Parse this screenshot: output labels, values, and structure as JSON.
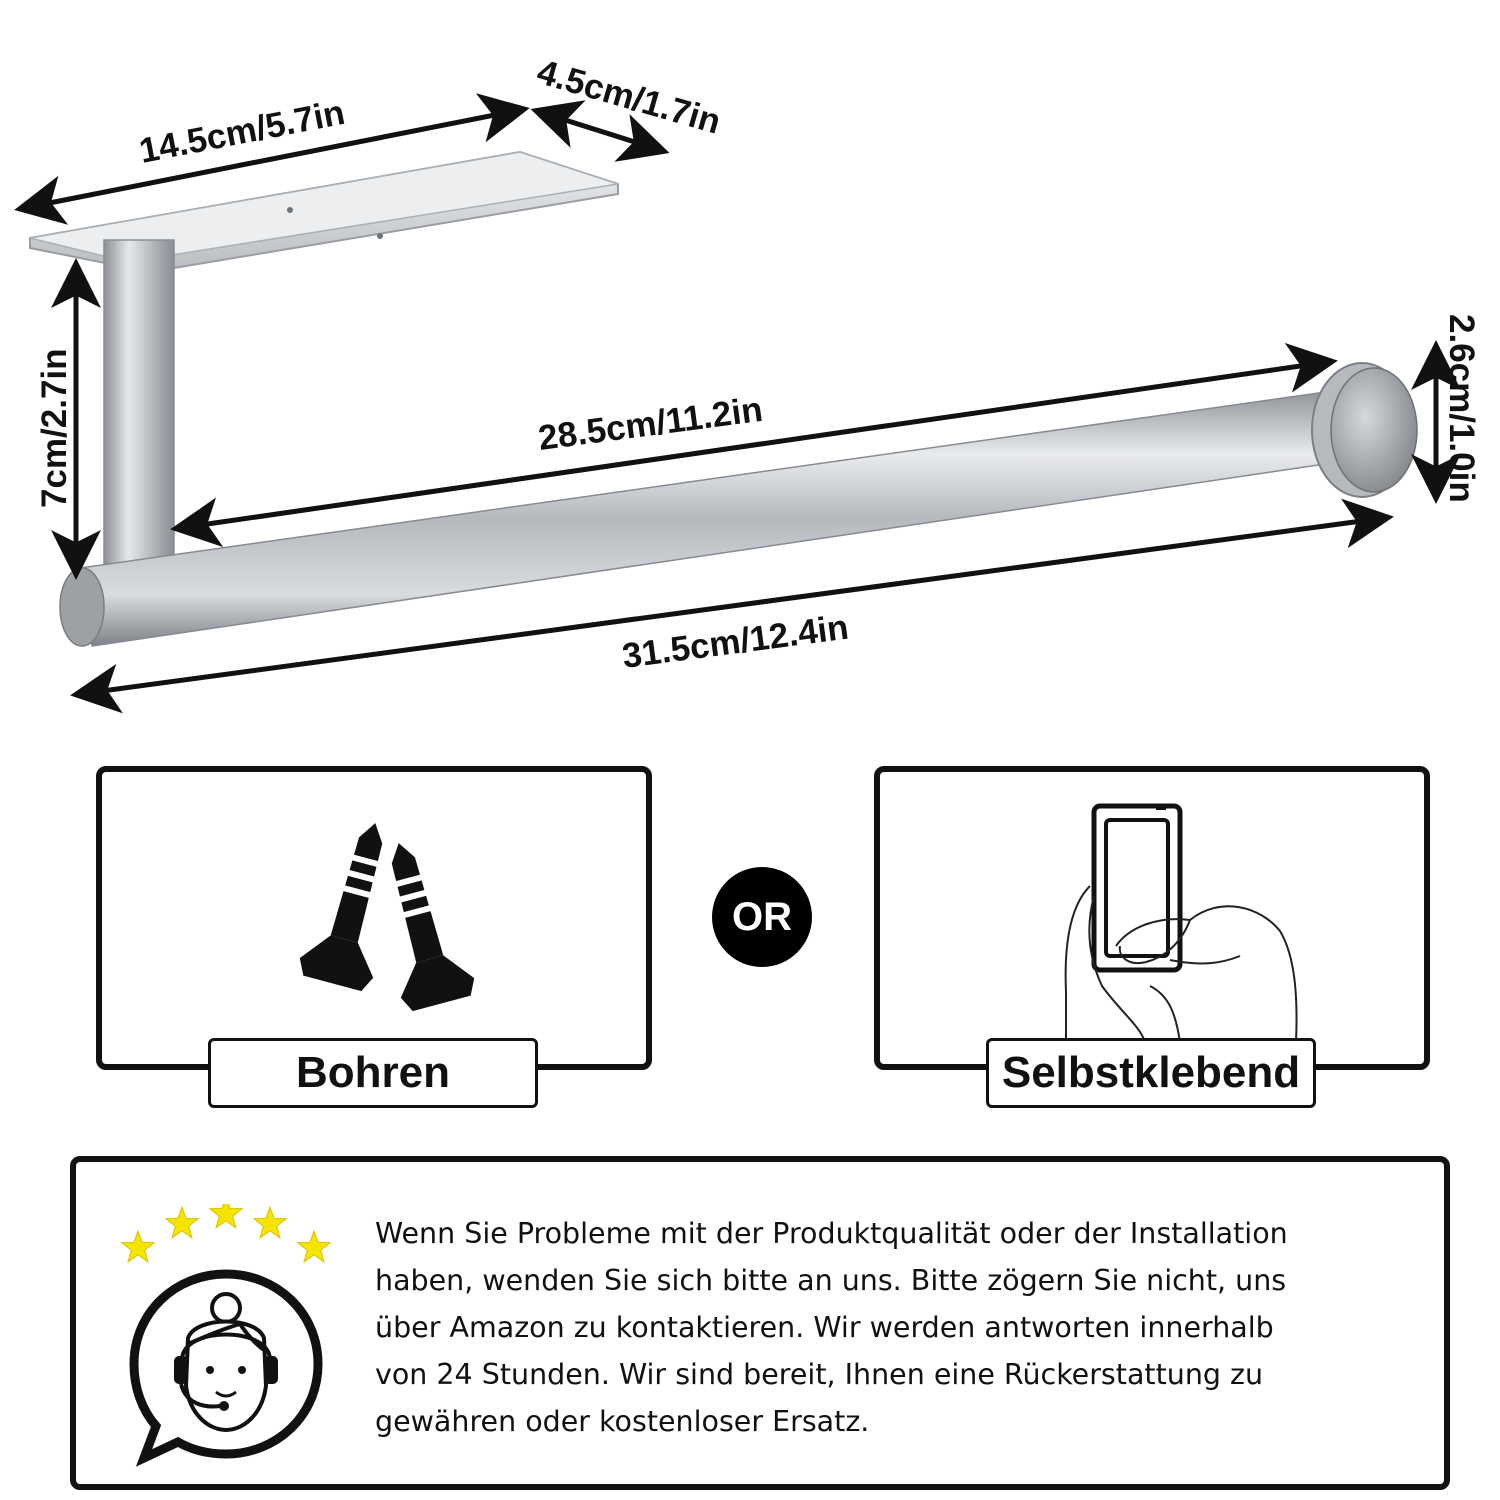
{
  "dimensions": {
    "base_length": "14.5cm/5.7in",
    "base_width": "4.5cm/1.7in",
    "height": "7cm/2.7in",
    "inner_length": "28.5cm/11.2in",
    "total_length": "31.5cm/12.4in",
    "cap_diameter": "2.6cm/1.0in"
  },
  "options": {
    "drilling_label": "Bohren",
    "or_label": "OR",
    "adhesive_label": "Selbstklebend"
  },
  "service": {
    "rating_stars": 5,
    "lines": [
      "Wenn Sie Probleme mit der Produktqualität oder der Installation",
      "haben, wenden Sie sich bitte an uns. Bitte zögern Sie nicht, uns",
      "über Amazon zu kontaktieren. Wir werden antworten innerhalb",
      "von 24 Stunden. Wir sind bereit, Ihnen eine Rückerstattung zu",
      "gewähren oder kostenloser Ersatz."
    ]
  },
  "colors": {
    "star": "#f5e400",
    "outline": "#111111",
    "metal": "#c9ccd0"
  }
}
